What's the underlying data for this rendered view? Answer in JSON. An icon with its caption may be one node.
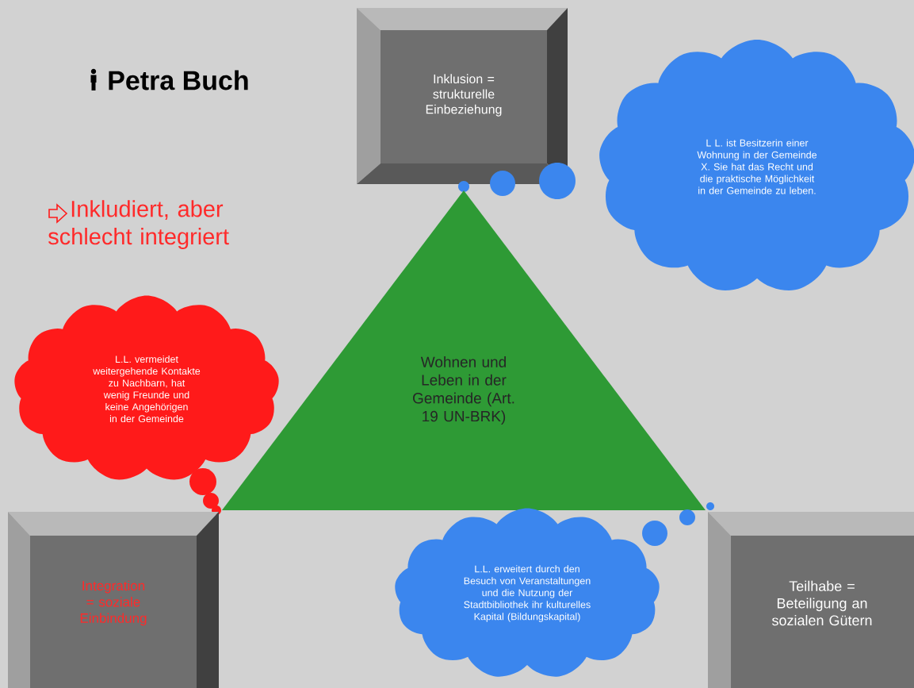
{
  "diagram": {
    "title": "Petra Buch",
    "nodes": [
      {
        "text": [
          "Inklusion = strukturelle Einbeziehung"
        ]
      },
      {
        "text": [
          "L L. ist Besitzerin einer Wohnung in der Gemeinde X. Sie hat das Recht und die praktische Möglichkeit in der Gemeinde zu leben."
        ]
      },
      {
        "text": [
          "Wohnen und Leben in der Gemeinde (Art. 19 UN-BRK)"
        ]
      },
      {
        "text": [
          "L.L. vermeidet weitergehende Kontakte zu Nachbarn, hat wenig Freunde und keine Angehörigen in der Gemeinde"
        ]
      },
      {
        "text": [
          "Integration = soziale Einbindung"
        ]
      },
      {
        "text": [
          "L.L. erweitert durch den Besuch von Veranstaltungen und die Nutzung der Stadtbibliothek ihr kulturelles Kapital (Bildungskapital)"
        ]
      },
      {
        "text": [
          "Teilhabe = Beteiligung an sozialen Gütern"
        ]
      }
    ],
    "labels": [
      "Inkludiert, aber schlecht integriert"
    ]
  }
}
